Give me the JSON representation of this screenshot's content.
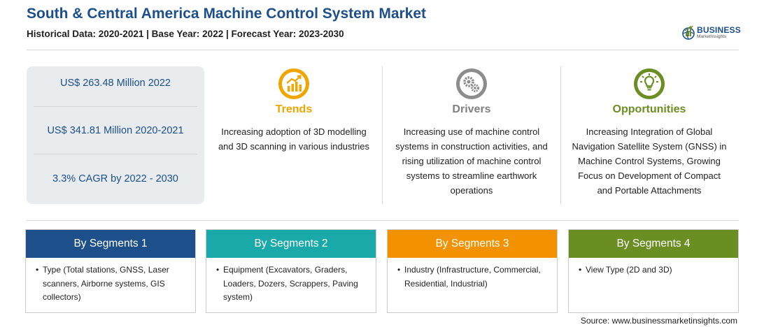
{
  "header": {
    "title": "South & Central America Machine Control System Market",
    "subtitle": "Historical Data: 2020-2021 | Base Year: 2022 | Forecast Year: 2023-2030"
  },
  "logo": {
    "word": "BUSINESS",
    "sub": "MarketInsights"
  },
  "stats": [
    "US$ 263.48 Million 2022",
    "US$ 341.81 Million 2020-2021",
    "3.3% CAGR by 2022 - 2030"
  ],
  "trends": {
    "title": "Trends",
    "text": "Increasing adoption of 3D modelling and 3D scanning in various industries",
    "color": "#f0a500",
    "icon": "rising-chart-icon"
  },
  "drivers": {
    "title": "Drivers",
    "text": "Increasing use of machine control systems in construction activities, and rising utilization of machine control systems to streamline earthwork operations",
    "color": "#808080",
    "icon": "gears-icon"
  },
  "opportunities": {
    "title": "Opportunities",
    "text": "Increasing Integration of Global Navigation Satellite System (GNSS) in Machine Control Systems, Growing Focus on Development of Compact and Portable Attachments",
    "color": "#6b8e23",
    "icon": "lightbulb-icon"
  },
  "segments": [
    {
      "title": "By Segments 1",
      "color": "#1d4f8a",
      "items": [
        "Type (Total stations, GNSS, Laser scanners, Airborne systems, GIS collectors)"
      ]
    },
    {
      "title": "By Segments 2",
      "color": "#1aa9a9",
      "items": [
        "Equipment (Excavators, Graders, Loaders, Dozers, Scrappers, Paving system)"
      ]
    },
    {
      "title": "By Segments 3",
      "color": "#f39200",
      "items": [
        "Industry (Infrastructure, Commercial, Residential, Industrial)"
      ]
    },
    {
      "title": "By Segments 4",
      "color": "#6b8e23",
      "items": [
        "View Type (2D and 3D)"
      ]
    }
  ],
  "source": "Source: www.businessmarketinsights.com"
}
